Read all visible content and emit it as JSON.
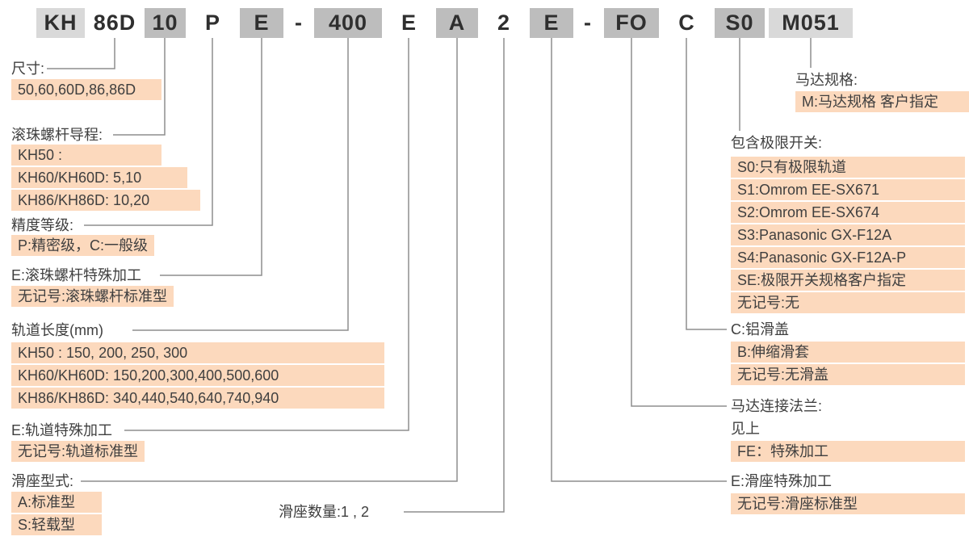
{
  "colors": {
    "highlight": "#fcd9bd",
    "box_gray": "#bdbdbd",
    "box_light": "#d9d9d9",
    "line": "#8e8e8e",
    "text": "#3f3f3f"
  },
  "model_code": {
    "segments": [
      "KH",
      "86D",
      "10",
      "P",
      "E",
      "-",
      "400",
      "E",
      "A",
      "2",
      "E",
      "-",
      "FO",
      "C",
      "S0",
      "M051"
    ]
  },
  "left": {
    "size": {
      "label": "尺寸:",
      "value": "50,60,60D,86,86D"
    },
    "ball_screw_lead": {
      "label": "滚珠螺杆导程:",
      "options": [
        "KH50 :",
        "KH60/KH60D: 5,10",
        "KH86/KH86D: 10,20"
      ]
    },
    "accuracy": {
      "label": "精度等级:",
      "value": "P:精密级，C:一般级"
    },
    "ball_screw_special": {
      "label": "E:滚珠螺杆特殊加工",
      "value": "无记号:滚珠螺杆标准型"
    },
    "rail_length": {
      "label": "轨道长度(mm)",
      "options": [
        "KH50 : 150, 200, 250, 300",
        "KH60/KH60D: 150,200,300,400,500,600",
        "KH86/KH86D: 340,440,540,640,740,940"
      ]
    },
    "rail_special": {
      "label": "E:轨道特殊加工",
      "value": "无记号:轨道标准型"
    },
    "slider_type": {
      "label": "滑座型式:",
      "options": [
        "A:标准型",
        "S:轻载型"
      ]
    },
    "slider_count": {
      "label": "滑座数量:1 , 2"
    }
  },
  "right": {
    "motor_spec": {
      "label": "马达规格:",
      "value": "M:马达规格  客户指定"
    },
    "limit_switch": {
      "label": "包含极限开关:",
      "options": [
        "S0:只有极限轨道",
        "S1:Omrom EE-SX671",
        "S2:Omrom EE-SX674",
        "S3:Panasonic GX-F12A",
        "S4:Panasonic GX-F12A-P",
        "SE:极限开关规格客户指定",
        "无记号:无"
      ]
    },
    "cover": {
      "label": "C:铝滑盖",
      "options": [
        "B:伸缩滑套",
        "无记号:无滑盖"
      ]
    },
    "motor_flange": {
      "label": "马达连接法兰:",
      "note": "见上",
      "value": "FE：特殊加工"
    },
    "slider_special": {
      "label": "E:滑座特殊加工",
      "value": "无记号:滑座标准型"
    }
  }
}
